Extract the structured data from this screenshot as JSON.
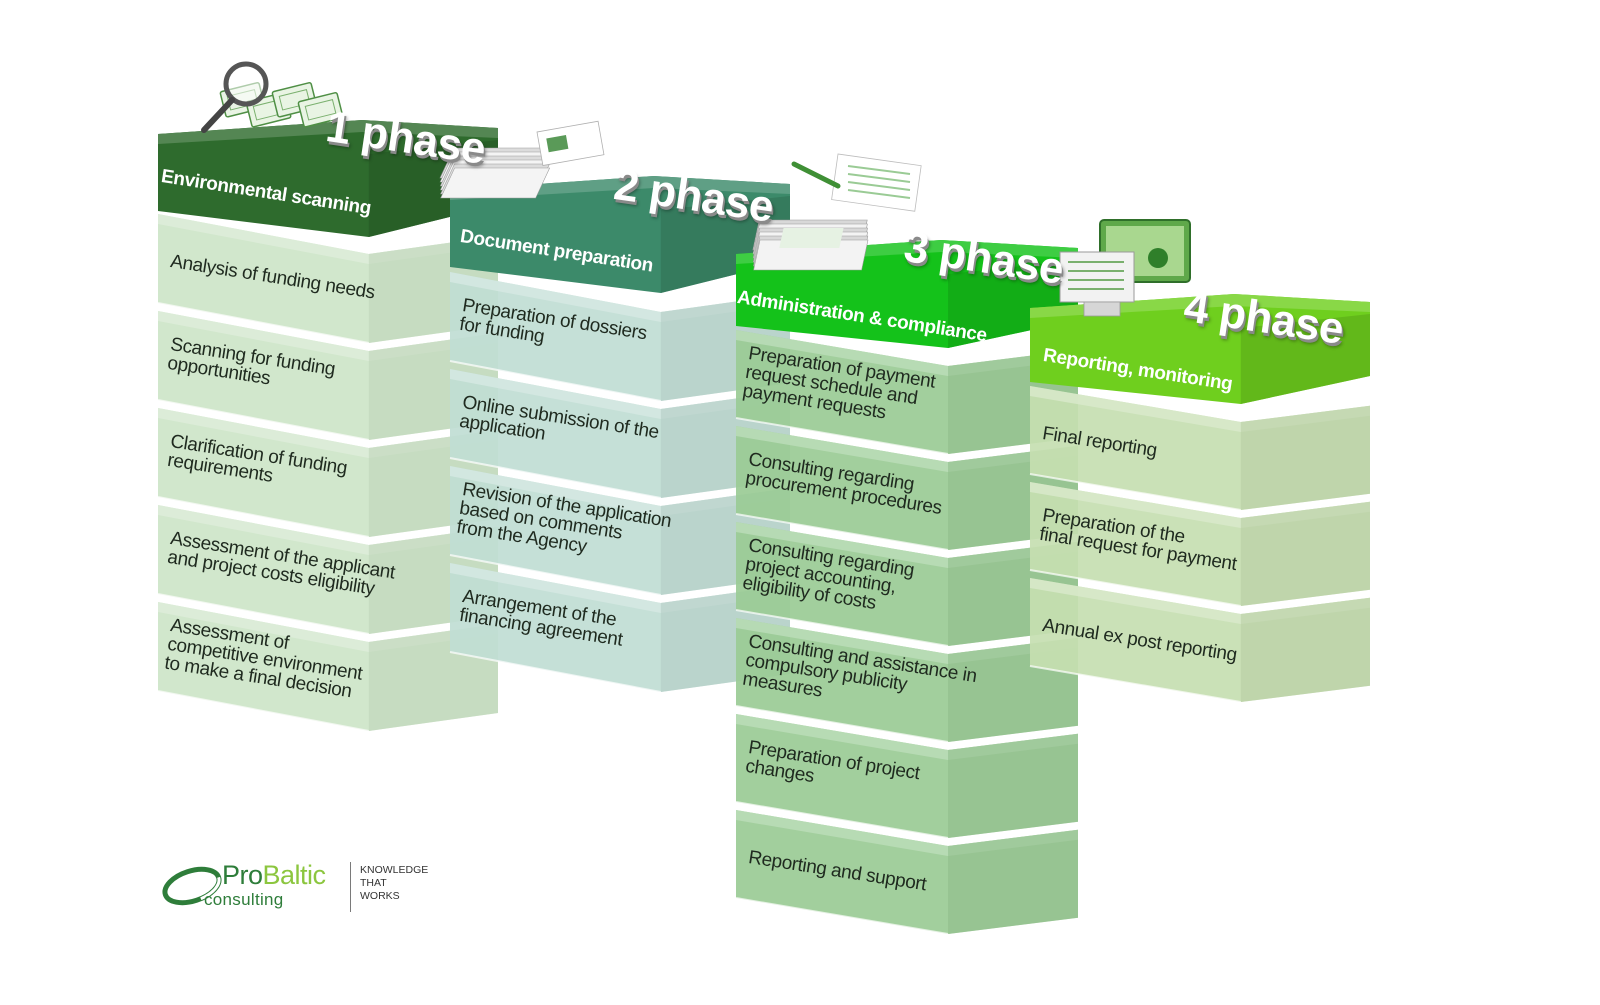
{
  "colors": {
    "phase1_top": "#2e6b2d",
    "phase2_top": "#3c8a6a",
    "phase3_top": "#14c21a",
    "phase4_top": "#6fcf1e",
    "phase1_step": "#cde5c8",
    "phase2_step": "#c0ddd4",
    "phase3_step": "#9acb95",
    "phase4_step": "#c6deb1"
  },
  "phases": [
    {
      "title": "1 phase",
      "subtitle": "Environmental scanning",
      "icon": "money-magnifier-icon",
      "steps": [
        "Analysis of funding needs",
        "Scanning for funding\nopportunities",
        "Clarification of funding\nrequirements",
        "Assessment of the applicant\nand project costs eligibility",
        "Assessment of\ncompetitive environment\nto make a final decision"
      ]
    },
    {
      "title": "2 phase",
      "subtitle": "Document preparation",
      "icon": "document-stack-icon",
      "steps": [
        "Preparation of dossiers\nfor funding",
        "Online submission of the\napplication",
        "Revision of the application\nbased on comments\nfrom the Agency",
        "Arrangement of the\nfinancing agreement"
      ]
    },
    {
      "title": "3 phase",
      "subtitle": "Administration & compliance",
      "icon": "report-pencil-icon",
      "steps": [
        "Preparation of payment\nrequest schedule and\npayment requests",
        "Consulting regarding\nprocurement procedures",
        "Consulting regarding\nproject accounting,\neligibility of costs",
        "Consulting and assistance in\ncompulsory publicity\nmeasures",
        "Preparation of project\nchanges",
        "Reporting and support"
      ]
    },
    {
      "title": "4 phase",
      "subtitle": "Reporting, monitoring",
      "icon": "monitor-report-icon",
      "steps": [
        "Final reporting",
        "Preparation of the\nfinal request for payment",
        "Annual ex post reporting"
      ]
    }
  ],
  "logo": {
    "name_pro": "Pro",
    "name_baltic": "Baltic",
    "sub": "consulting",
    "tagline": "KNOWLEDGE\nTHAT\nWORKS"
  }
}
